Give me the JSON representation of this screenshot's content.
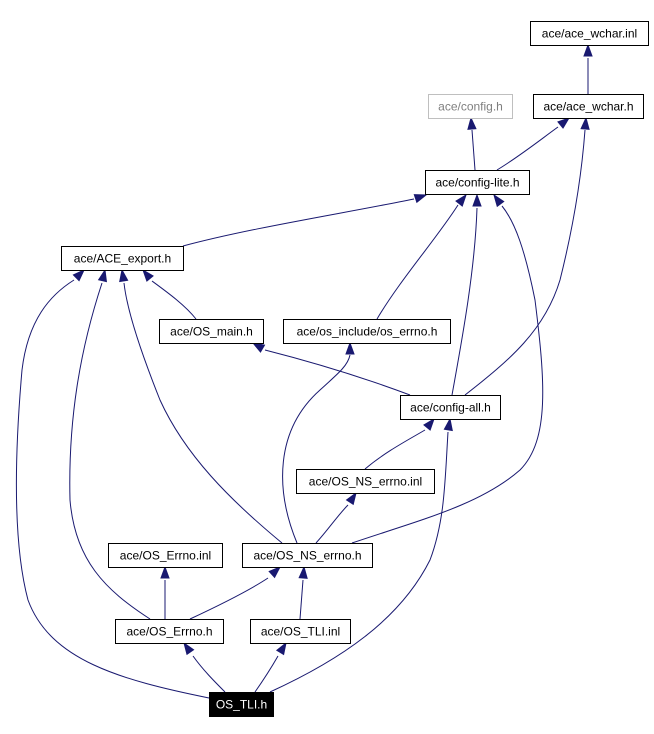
{
  "graph": {
    "edge_color": "#191970",
    "root_fill": "#000000",
    "nodes": [
      {
        "id": "ace_wchar_inl",
        "label": "ace/ace_wchar.inl",
        "style": "normal"
      },
      {
        "id": "config_h",
        "label": "ace/config.h",
        "style": "muted"
      },
      {
        "id": "ace_wchar_h",
        "label": "ace/ace_wchar.h",
        "style": "normal"
      },
      {
        "id": "config_lite_h",
        "label": "ace/config-lite.h",
        "style": "normal"
      },
      {
        "id": "ace_export_h",
        "label": "ace/ACE_export.h",
        "style": "normal"
      },
      {
        "id": "os_main_h",
        "label": "ace/OS_main.h",
        "style": "normal"
      },
      {
        "id": "os_errno_include_h",
        "label": "ace/os_include/os_errno.h",
        "style": "normal"
      },
      {
        "id": "config_all_h",
        "label": "ace/config-all.h",
        "style": "normal"
      },
      {
        "id": "os_ns_errno_inl",
        "label": "ace/OS_NS_errno.inl",
        "style": "normal"
      },
      {
        "id": "os_errno_inl",
        "label": "ace/OS_Errno.inl",
        "style": "normal"
      },
      {
        "id": "os_ns_errno_h",
        "label": "ace/OS_NS_errno.h",
        "style": "normal"
      },
      {
        "id": "os_errno_h",
        "label": "ace/OS_Errno.h",
        "style": "normal"
      },
      {
        "id": "os_tli_inl",
        "label": "ace/OS_TLI.inl",
        "style": "normal"
      },
      {
        "id": "os_tli_h",
        "label": "OS_TLI.h",
        "style": "root"
      }
    ],
    "edges": [
      {
        "from": "ace_wchar_h",
        "to": "ace_wchar_inl"
      },
      {
        "from": "config_lite_h",
        "to": "config_h"
      },
      {
        "from": "config_lite_h",
        "to": "ace_wchar_h"
      },
      {
        "from": "ace_export_h",
        "to": "config_lite_h"
      },
      {
        "from": "os_main_h",
        "to": "ace_export_h"
      },
      {
        "from": "os_errno_include_h",
        "to": "config_lite_h"
      },
      {
        "from": "config_all_h",
        "to": "config_lite_h"
      },
      {
        "from": "config_all_h",
        "to": "ace_wchar_h"
      },
      {
        "from": "config_all_h",
        "to": "os_main_h"
      },
      {
        "from": "os_ns_errno_inl",
        "to": "config_all_h"
      },
      {
        "from": "os_ns_errno_h",
        "to": "ace_export_h"
      },
      {
        "from": "os_ns_errno_h",
        "to": "os_errno_include_h"
      },
      {
        "from": "os_ns_errno_h",
        "to": "os_ns_errno_inl"
      },
      {
        "from": "os_ns_errno_h",
        "to": "config_lite_h"
      },
      {
        "from": "os_errno_h",
        "to": "os_errno_inl"
      },
      {
        "from": "os_errno_h",
        "to": "os_ns_errno_h"
      },
      {
        "from": "os_errno_h",
        "to": "ace_export_h"
      },
      {
        "from": "os_tli_inl",
        "to": "os_ns_errno_h"
      },
      {
        "from": "os_tli_h",
        "to": "os_errno_h"
      },
      {
        "from": "os_tli_h",
        "to": "os_tli_inl"
      },
      {
        "from": "os_tli_h",
        "to": "ace_export_h"
      },
      {
        "from": "os_tli_h",
        "to": "config_all_h"
      }
    ]
  }
}
